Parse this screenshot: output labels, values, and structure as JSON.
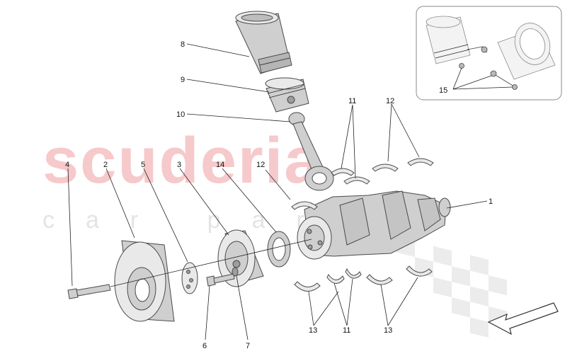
{
  "watermark": {
    "brand_text": "scuderia",
    "sub_text": "car parts"
  },
  "callouts": [
    {
      "id": "1",
      "text": "1"
    },
    {
      "id": "2",
      "text": "2"
    },
    {
      "id": "3",
      "text": "3"
    },
    {
      "id": "4",
      "text": "4"
    },
    {
      "id": "5",
      "text": "5"
    },
    {
      "id": "6",
      "text": "6"
    },
    {
      "id": "7",
      "text": "7"
    },
    {
      "id": "8",
      "text": "8"
    },
    {
      "id": "9",
      "text": "9"
    },
    {
      "id": "10",
      "text": "10"
    },
    {
      "id": "11a",
      "text": "11"
    },
    {
      "id": "11b",
      "text": "11"
    },
    {
      "id": "12a",
      "text": "12"
    },
    {
      "id": "12b",
      "text": "12"
    },
    {
      "id": "13a",
      "text": "13"
    },
    {
      "id": "13b",
      "text": "13"
    },
    {
      "id": "14",
      "text": "14"
    },
    {
      "id": "15",
      "text": "15"
    }
  ],
  "colors": {
    "watermark_red": "#f6c9cb",
    "watermark_grey": "#e4e4e4",
    "part_fill": "#d9d9d9",
    "outline": "#4a4a4a",
    "flag_checker": "#ececec"
  },
  "icons": [
    "direction-arrow-icon",
    "checkered-flag-icon"
  ]
}
